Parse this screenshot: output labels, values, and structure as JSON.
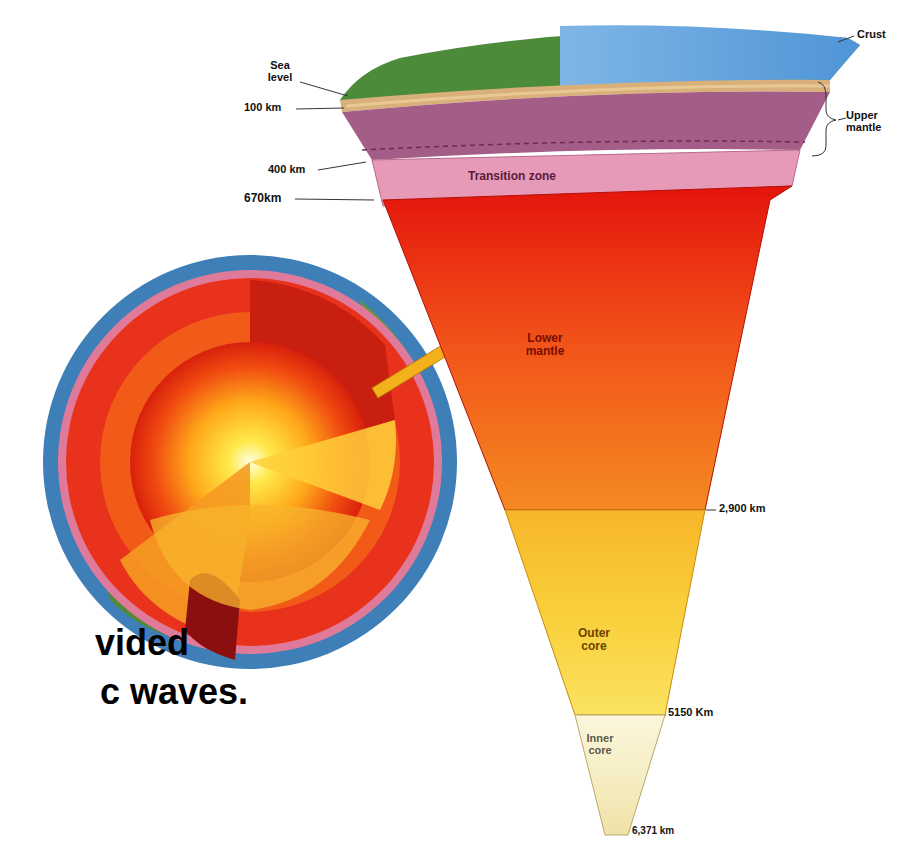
{
  "diagram": {
    "nodes": [
      {
        "text": [
          "Transition zone"
        ]
      },
      {
        "text": [
          "Lower mantle"
        ]
      },
      {
        "text": [
          "Outer core"
        ]
      },
      {
        "text": [
          "Inner core"
        ]
      }
    ],
    "labels": [
      "Sea level",
      "100 km",
      "400 km",
      "670km",
      "Crust",
      "Upper mantle",
      "2,900 km",
      "5150 Km",
      "6,371 km",
      "vided",
      "c waves."
    ]
  }
}
